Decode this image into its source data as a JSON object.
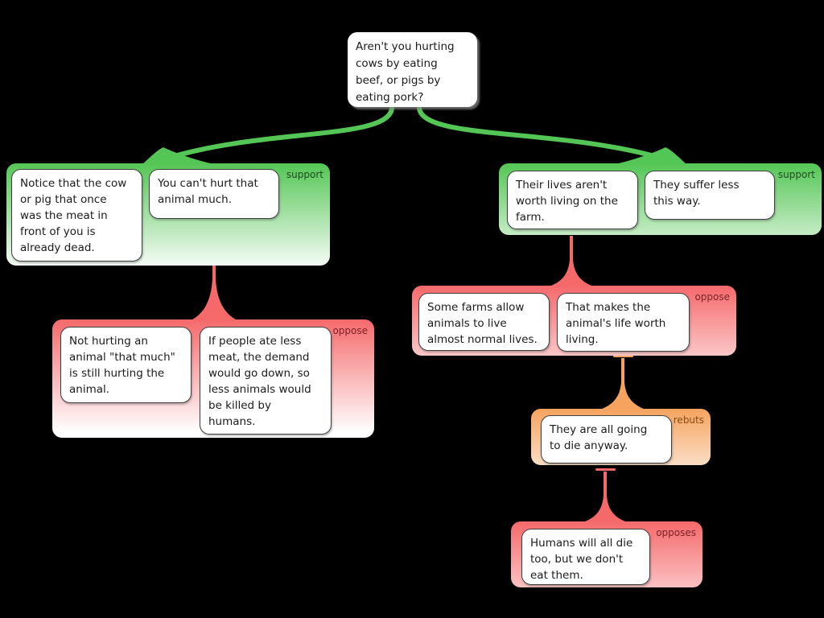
{
  "root": {
    "text": "Aren't you hurting\ncows by eating\nbeef, or pigs by\neating pork?"
  },
  "groups": [
    {
      "label": "support",
      "nodes": [
        {
          "text": "Notice that the cow\nor pig that once\nwas the meat in\nfront of you is\nalready dead."
        },
        {
          "text": "You can't hurt that\nanimal much."
        }
      ]
    },
    {
      "label": "support",
      "nodes": [
        {
          "text": "Their lives aren't\nworth living on the\nfarm."
        },
        {
          "text": "They suffer less\nthis way."
        }
      ]
    },
    {
      "label": "oppose",
      "nodes": [
        {
          "text": "Not hurting an\nanimal \"that much\"\nis still hurting the\nanimal."
        },
        {
          "text": "If people ate less\nmeat, the demand\nwould go down, so\nless animals would\nbe killed by\nhumans."
        }
      ]
    },
    {
      "label": "oppose",
      "nodes": [
        {
          "text": "Some farms allow\nanimals to live\nalmost normal lives."
        },
        {
          "text": "That makes the\nanimal's life worth\nliving."
        }
      ]
    },
    {
      "label": "rebuts",
      "nodes": [
        {
          "text": "They are all going\nto die anyway."
        }
      ]
    },
    {
      "label": "opposes",
      "nodes": [
        {
          "text": "Humans will all die\ntoo, but we don't\neat them."
        }
      ]
    }
  ],
  "edges": [
    {
      "type": "support",
      "from": "root",
      "to": "support-group-left"
    },
    {
      "type": "support",
      "from": "root",
      "to": "support-group-right"
    },
    {
      "type": "oppose",
      "from": "you-cant-hurt-that-animal-much",
      "to": "oppose-group-left"
    },
    {
      "type": "oppose",
      "from": "their-lives-arent-worth-living",
      "to": "oppose-group-middle"
    },
    {
      "type": "rebut",
      "from": "that-makes-the-animals-life-worth-living",
      "to": "rebuts-group"
    },
    {
      "type": "oppose",
      "from": "they-are-all-going-to-die-anyway",
      "to": "opposes-group"
    }
  ],
  "colors": {
    "background": "#000000",
    "support": "#54c655",
    "oppose": "#f5696b",
    "rebut": "#f5a35e",
    "support_label": "#1e4a1e",
    "oppose_label": "#7a2226",
    "rebut_label": "#8a4a12",
    "node_bg": "#ffffff",
    "node_border": "#3f3f3f"
  }
}
